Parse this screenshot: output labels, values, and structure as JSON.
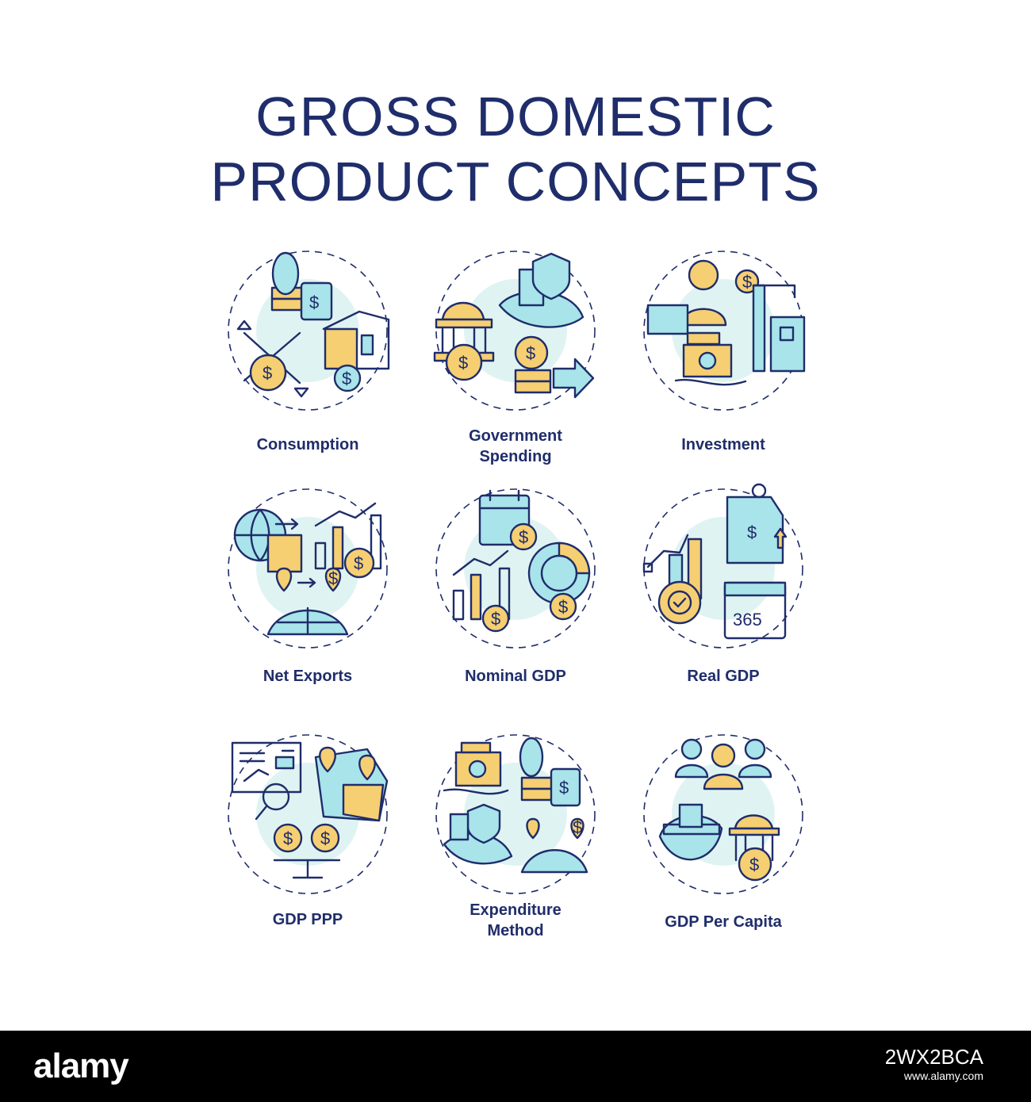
{
  "title": {
    "line1": "GROSS DOMESTIC",
    "line2": "PRODUCT CONCEPTS"
  },
  "concepts": [
    {
      "label_lines": [
        "Consumption"
      ]
    },
    {
      "label_lines": [
        "Government",
        "Spending"
      ]
    },
    {
      "label_lines": [
        "Investment"
      ]
    },
    {
      "label_lines": [
        "Net Exports"
      ]
    },
    {
      "label_lines": [
        "Nominal GDP"
      ]
    },
    {
      "label_lines": [
        "Real GDP"
      ]
    },
    {
      "label_lines": [
        "GDP PPP"
      ]
    },
    {
      "label_lines": [
        "Expenditure",
        "Method"
      ]
    },
    {
      "label_lines": [
        "GDP Per Capita"
      ]
    }
  ],
  "icon_text": {
    "currency": "$",
    "calendar_days": "365"
  },
  "icons": [
    "consumption-icon",
    "government-spending-icon",
    "investment-icon",
    "net-exports-icon",
    "nominal-gdp-icon",
    "real-gdp-icon",
    "gdp-ppp-icon",
    "expenditure-method-icon",
    "gdp-per-capita-icon"
  ],
  "colors": {
    "ink": "#1f2d6b",
    "accent_yellow": "#f6cf72",
    "accent_teal": "#a8e4ea",
    "halo": "#dff4f2"
  },
  "footer": {
    "brand": "alamy",
    "image_id": "2WX2BCA",
    "url": "www.alamy.com"
  }
}
